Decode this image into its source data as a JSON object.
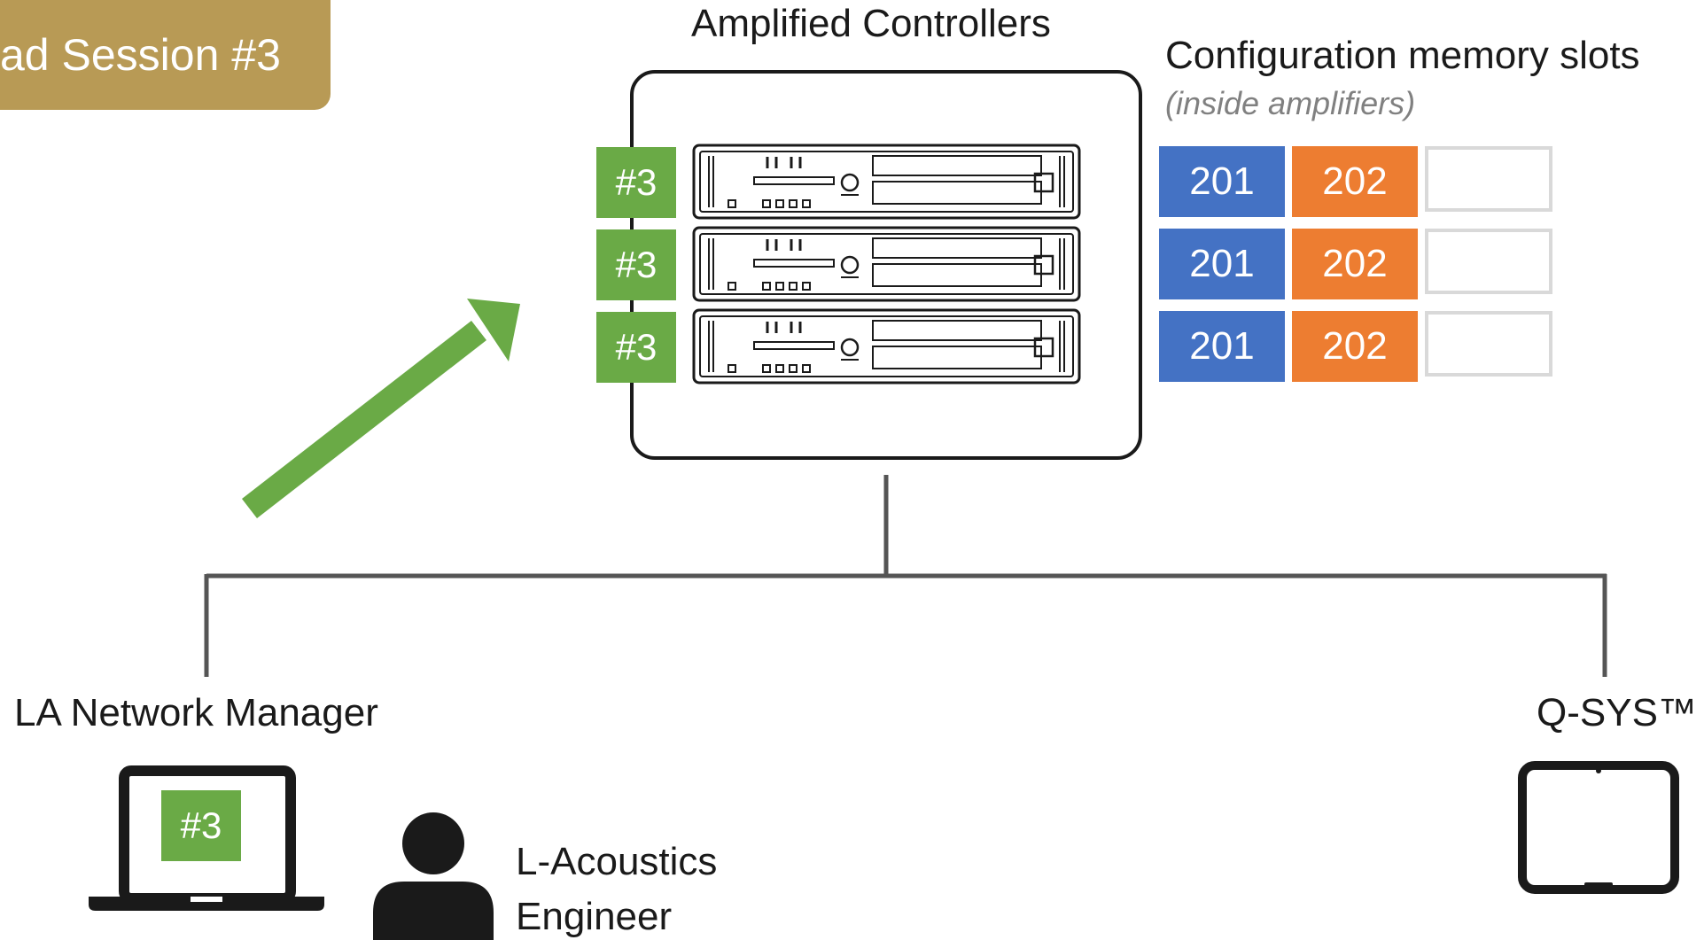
{
  "session_banner": {
    "label": "ad Session #3"
  },
  "controllers": {
    "title": "Amplified Controllers",
    "units": [
      {
        "tag": "#3"
      },
      {
        "tag": "#3"
      },
      {
        "tag": "#3"
      }
    ]
  },
  "memory": {
    "title": "Configuration memory slots",
    "subtitle": "(inside amplifiers)",
    "rows": [
      {
        "slot1": "201",
        "slot2": "202"
      },
      {
        "slot1": "201",
        "slot2": "202"
      },
      {
        "slot1": "201",
        "slot2": "202"
      }
    ]
  },
  "network_manager": {
    "label": "LA Network Manager",
    "screen_tag": "#3"
  },
  "engineer": {
    "line1": "L-Acoustics",
    "line2": "Engineer"
  },
  "qsys": {
    "label": "Q-SYS™"
  },
  "colors": {
    "banner": "#b89a55",
    "green": "#6aaa46",
    "blue": "#4472c4",
    "orange": "#ed7d31",
    "empty_border": "#d9d9d9",
    "line": "#555555",
    "subtitle": "#808080",
    "device": "#1a1a1a"
  },
  "icons": {
    "arrow": "up-right-arrow-icon",
    "laptop": "laptop-icon",
    "person": "person-icon",
    "tablet": "tablet-icon",
    "amplifier": "amplifier-rack-icon"
  }
}
